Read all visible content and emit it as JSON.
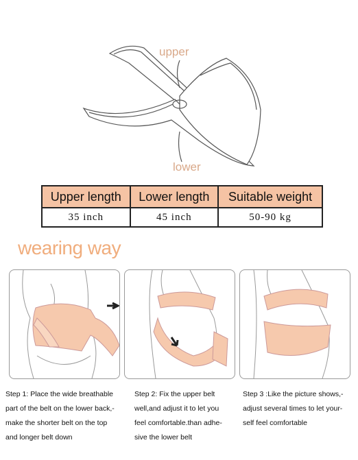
{
  "diagram": {
    "upper_label": "upper",
    "lower_label": "lower"
  },
  "spec_table": {
    "headers": [
      "Upper length",
      "Lower length",
      "Suitable weight"
    ],
    "values": [
      "35 inch",
      "45 inch",
      "50-90 kg"
    ]
  },
  "section_title": "wearing way",
  "steps": [
    {
      "lines": [
        "Step 1: Place the wide breathable",
        "part of the belt on the lower back,-",
        "make the shorter belt on the top",
        "and longer belt down"
      ]
    },
    {
      "lines": [
        "Step 2: Fix the upper belt",
        "well,and adjust it to let you",
        "feel comfortable.than adhe-",
        "sive the lower belt"
      ]
    },
    {
      "lines": [
        "Step 3 :Like the picture shows,-",
        "adjust several times to let your-",
        "self feel comfortable"
      ]
    }
  ],
  "colors": {
    "accent": "#f0ad7d",
    "belt": "#f6c9ad",
    "header_bg": "#f5c3a4"
  }
}
